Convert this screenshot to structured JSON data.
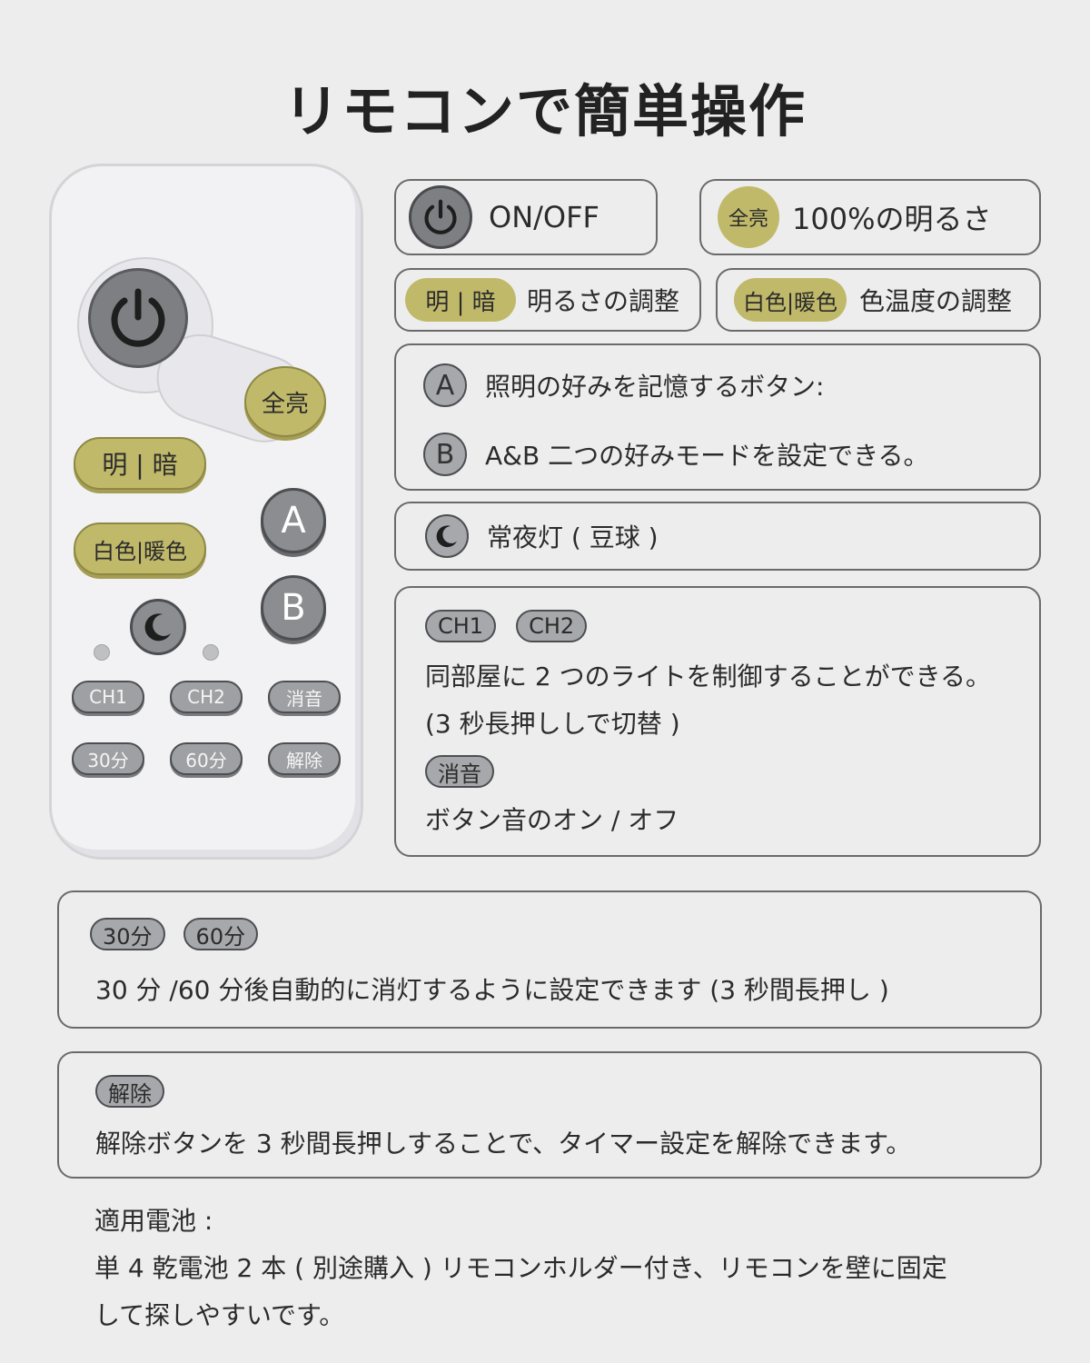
{
  "title": "リモコンで簡単操作",
  "remote": {
    "zenko": "全亮",
    "meian": "明 | 暗",
    "shoku": "白色|暖色",
    "a": "A",
    "b": "B",
    "ch1": "CH1",
    "ch2": "CH2",
    "mute": "消音",
    "min30": "30分",
    "min60": "60分",
    "cancel": "解除"
  },
  "callouts": {
    "onoff": "ON/OFF",
    "zenko_badge": "全亮",
    "zenko_text": "100%の明るさ",
    "meian_badge": "明 | 暗",
    "meian_text": "明るさの調整",
    "shoku_badge": "白色|暖色",
    "shoku_text": "色温度の調整",
    "a_letter": "A",
    "a_text": "照明の好みを記憶するボタン:",
    "b_letter": "B",
    "b_text": "A&B 二つの好みモードを設定できる。",
    "night_text": "常夜灯 ( 豆球 )",
    "ch1": "CH1",
    "ch2": "CH2",
    "ch_text1": "同部屋に 2 つのライトを制御することができる。",
    "ch_text2": "(3 秒長押ししで切替 )",
    "mute": "消音",
    "mute_text": "ボタン音のオン / オフ",
    "min30": "30分",
    "min60": "60分",
    "timer_text": "30 分 /60 分後自動的に消灯するように設定できます (3 秒間長押し )",
    "cancel": "解除",
    "cancel_text": "解除ボタンを 3 秒間長押しすることで、タイマー設定を解除できます。"
  },
  "battery": {
    "label": "適用電池 :",
    "line1": "単 4 乾電池 2 本 ( 別途購入 ) リモコンホルダー付き、リモコンを壁に固定",
    "line2": "して探しやすいです。"
  },
  "colors": {
    "olive": "#c0b96a",
    "grey_button": "#7e7f82",
    "background": "#ededed"
  }
}
